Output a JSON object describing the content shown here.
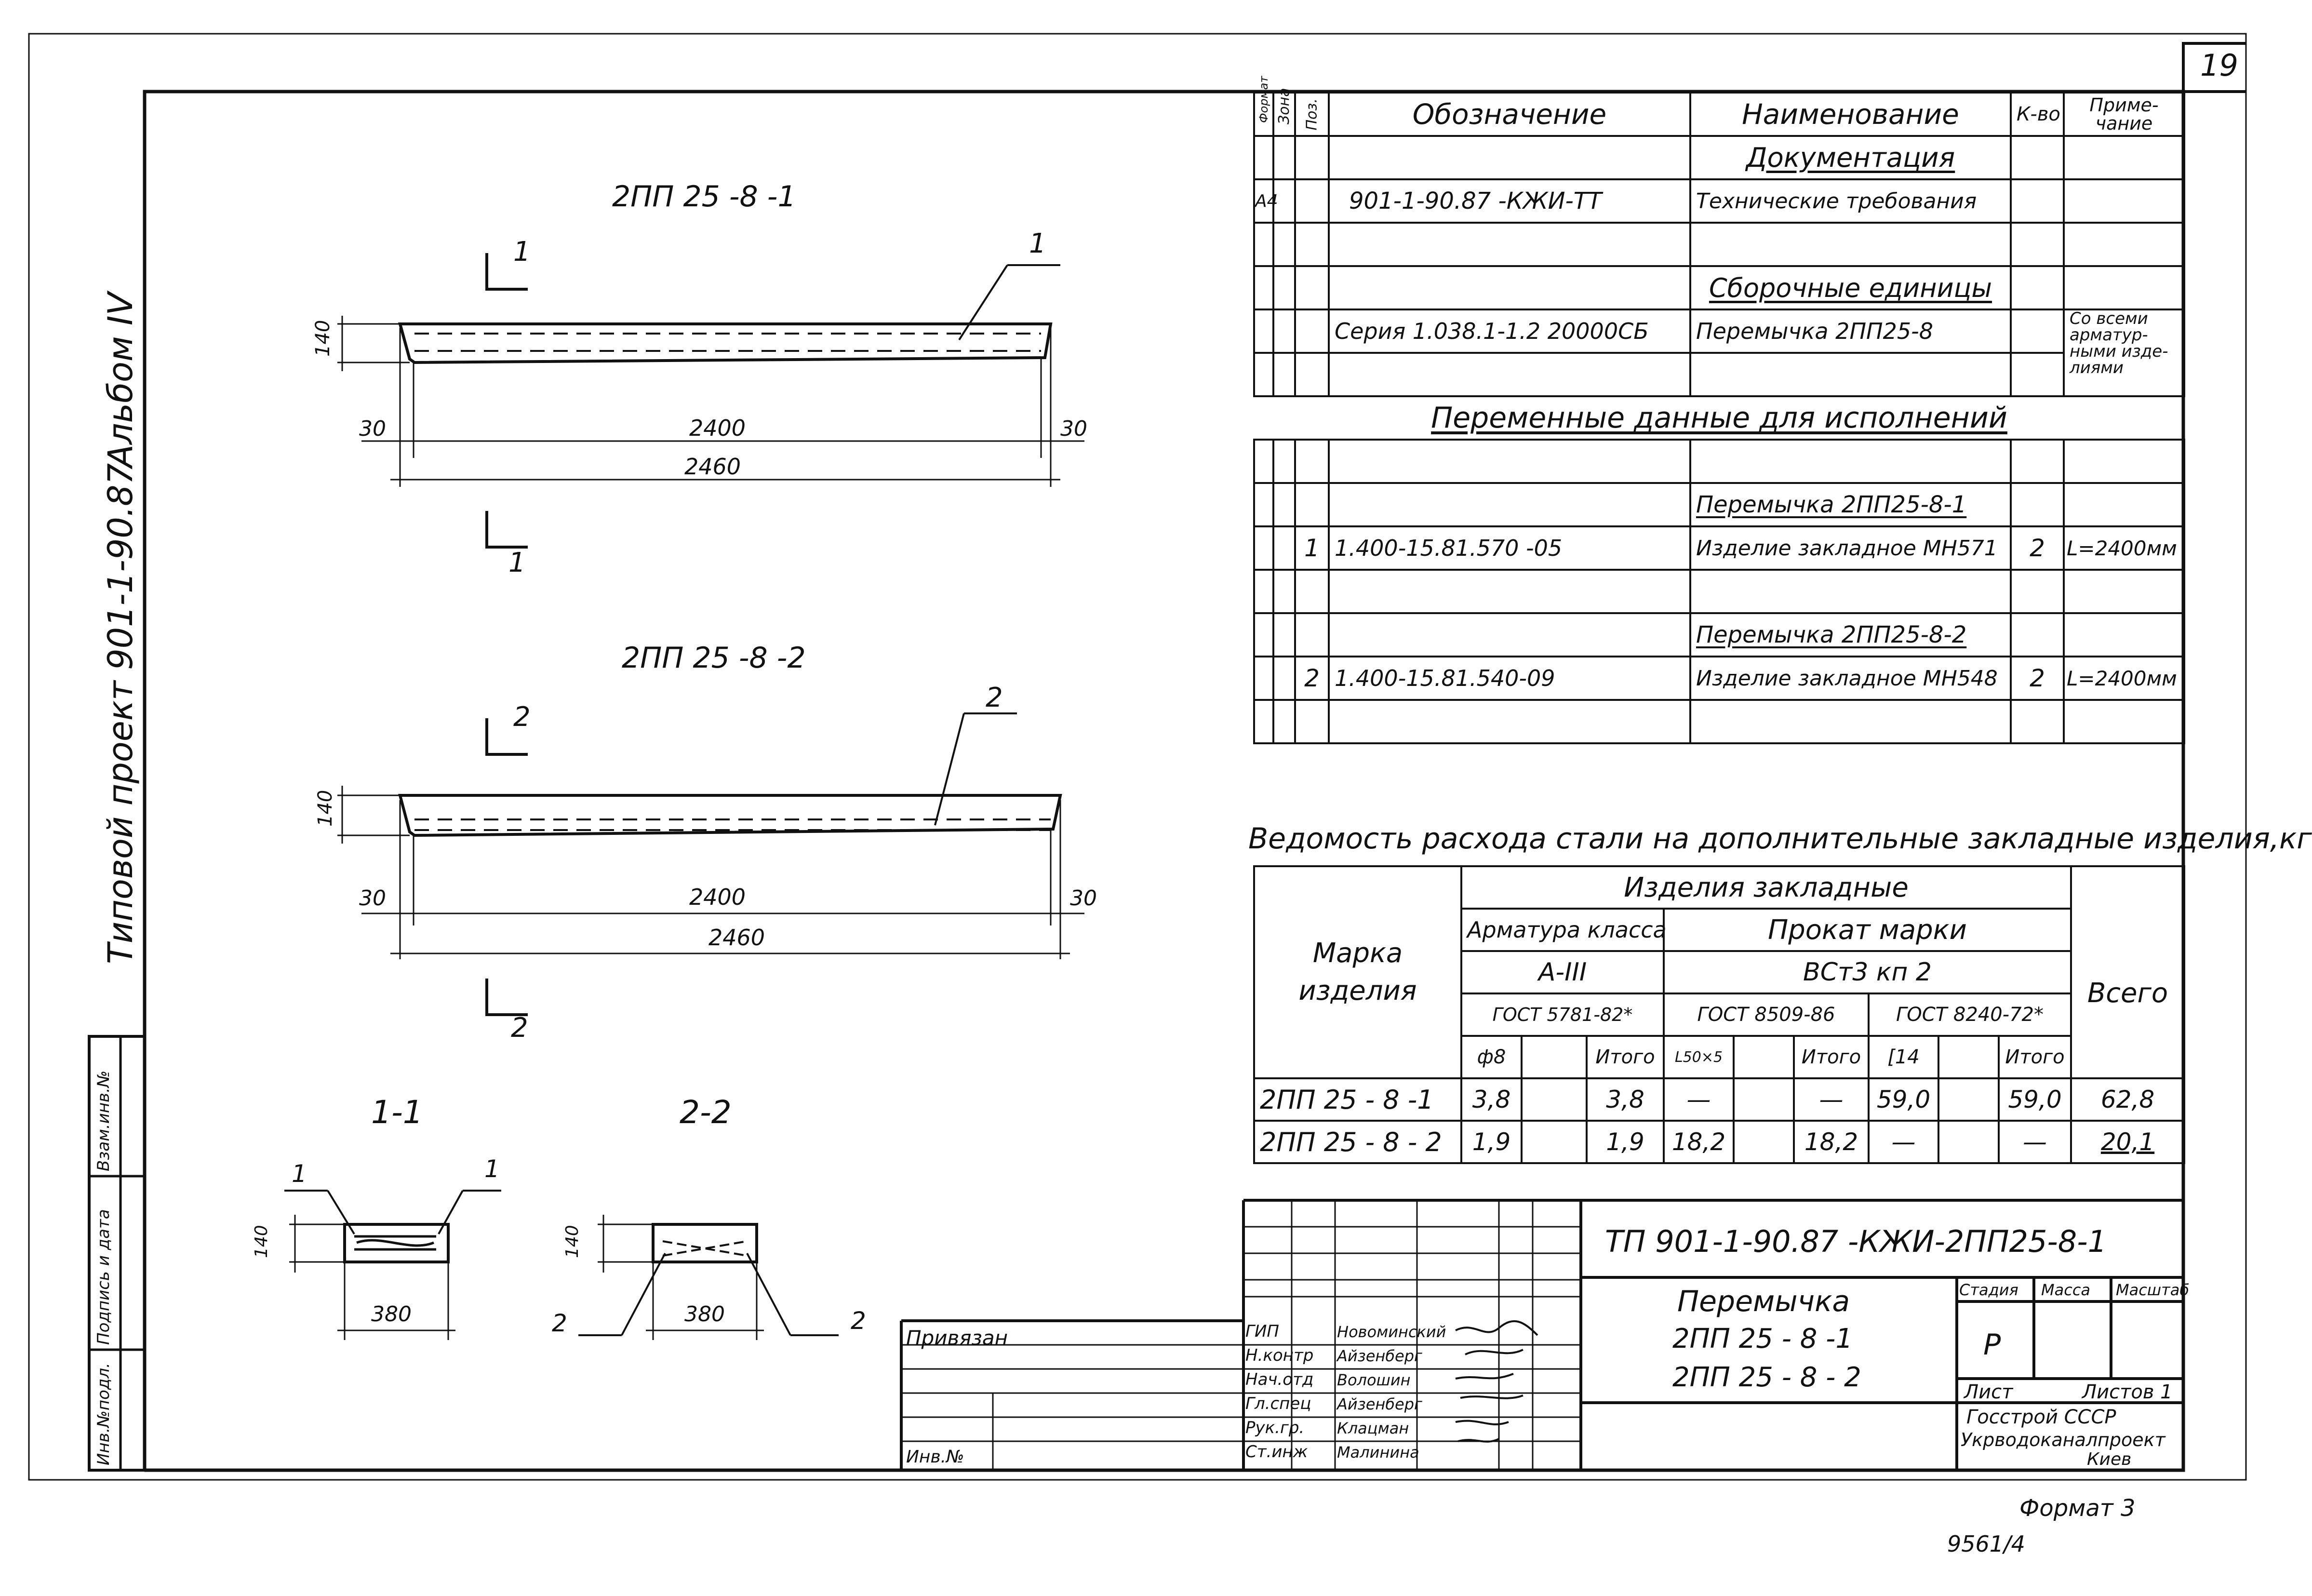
{
  "sheet": {
    "number": "19",
    "format_note": "Формат 3",
    "archive_number": "9561/4"
  },
  "left_strip": {
    "project": "Типовой проект 901-1-90.87",
    "album": "Альбом IV",
    "field_labels": [
      "Инв.№подл.",
      "Подпись и дата",
      "Взам.инв.№"
    ]
  },
  "drawings": {
    "view1": {
      "title": "2ПП 25 -8 -1",
      "leader": "1",
      "section_mark": "1",
      "height": "140",
      "dim_left": "30",
      "dim_mid": "2400",
      "dim_right": "30",
      "dim_total": "2460"
    },
    "view2": {
      "title": "2ПП 25 -8 -2",
      "leader": "2",
      "section_mark": "2",
      "height": "140",
      "dim_left": "30",
      "dim_mid": "2400",
      "dim_right": "30",
      "dim_total": "2460"
    },
    "section1": {
      "title": "1-1",
      "height": "140",
      "width": "380",
      "leader_left": "1",
      "leader_right": "1"
    },
    "section2": {
      "title": "2-2",
      "height": "140",
      "width": "380",
      "leader_left": "2",
      "leader_right": "2"
    }
  },
  "spec": {
    "headers": {
      "format": "Формат",
      "zone": "Зона",
      "pos": "Поз.",
      "designation": "Обозначение",
      "name": "Наименование",
      "qty": "К-во",
      "note": "Приме-чание"
    },
    "section_docs": "Документация",
    "row_docs": {
      "format": "А4",
      "designation": "901-1-90.87 -КЖИ-ТТ",
      "name": "Технические требования"
    },
    "section_assembly": "Сборочные единицы",
    "row_assembly": {
      "designation": "Серия 1.038.1-1.2 20000СБ",
      "name": "Перемычка 2ПП25-8",
      "note": "Со всеми арматур-ными изде-лиями"
    },
    "variable_title": "Переменные данные для исполнений",
    "sub1": "Перемычка 2ПП25-8-1",
    "item1": {
      "pos": "1",
      "designation": "1.400-15.81.570 -05",
      "name": "Изделие закладное МН571",
      "qty": "2",
      "note": "L=2400мм"
    },
    "sub2": "Перемычка 2ПП25-8-2",
    "item2": {
      "pos": "2",
      "designation": "1.400-15.81.540-09",
      "name": "Изделие закладное МН548",
      "qty": "2",
      "note": "L=2400мм"
    }
  },
  "steel": {
    "title": "Ведомость расхода стали на дополнительные закладные изделия,кг",
    "mark_label": "Марка изделия",
    "group": "Изделия закладные",
    "armature_class": "Арматура класса",
    "armature_grade": "А-III",
    "armature_gost": "ГОСТ 5781-82*",
    "rolled": "Прокат марки",
    "rolled_grade": "ВСт3 кп 2",
    "gost_8509": "ГОСТ 8509-86",
    "gost_8240": "ГОСТ 8240-72*",
    "total": "Всего",
    "sub_headers": [
      "ф8",
      "",
      "Итого",
      "L50×5",
      "",
      "Итого",
      "[14",
      "",
      "Итого"
    ],
    "rows": [
      {
        "mark": "2ПП 25 - 8 -1",
        "cells": [
          "3,8",
          "",
          "3,8",
          "—",
          "",
          "—",
          "59,0",
          "",
          "59,0"
        ],
        "total": "62,8"
      },
      {
        "mark": "2ПП 25 - 8 - 2",
        "cells": [
          "1,9",
          "",
          "1,9",
          "18,2",
          "",
          "18,2",
          "—",
          "",
          "—"
        ],
        "total": "20,1"
      }
    ]
  },
  "stamp": {
    "code": "ТП 901-1-90.87 -КЖИ-2ПП25-8-1",
    "title_lines": [
      "Перемычка",
      "2ПП 25 - 8 -1",
      "2ПП 25 - 8 - 2"
    ],
    "stage_label": "Стадия",
    "mass_label": "Масса",
    "scale_label": "Масштаб",
    "stage": "Р",
    "sheet_label": "Лист",
    "sheets_label": "Листов 1",
    "org_lines": [
      "Госстрой СССР",
      "Укрводоканалпроект",
      "Киев"
    ],
    "bound": "Привязан",
    "inv": "Инв.№",
    "people": [
      {
        "role": "ГИП",
        "name": "Новоминский"
      },
      {
        "role": "Н.контр",
        "name": "Айзенберг"
      },
      {
        "role": "Нач.отд",
        "name": "Волошин"
      },
      {
        "role": "Гл.спец",
        "name": "Айзенберг"
      },
      {
        "role": "Рук.гр.",
        "name": "Клацман"
      },
      {
        "role": "Ст.инж",
        "name": "Малинина"
      }
    ]
  }
}
